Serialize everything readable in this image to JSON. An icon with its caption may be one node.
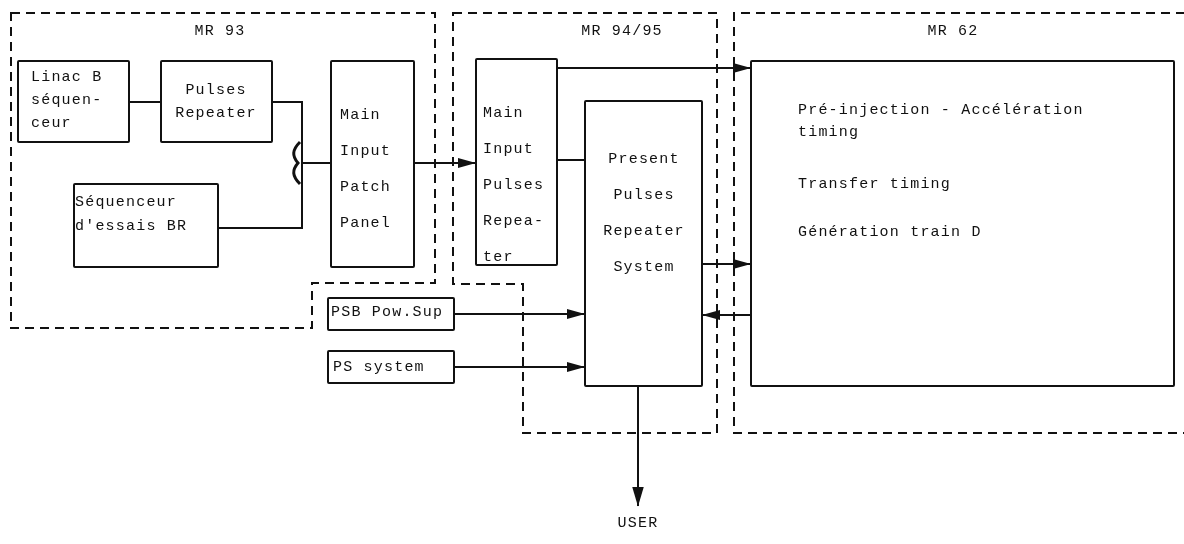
{
  "diagram": {
    "nodes": [
      {
        "text": [
          "MR 93"
        ]
      },
      {
        "text": [
          "Linac B séquen- ceur"
        ],
        "in": 0
      },
      {
        "text": [
          "Pulses Repeater"
        ],
        "in": 0
      },
      {
        "text": [
          "Séquenceur d'essais BR"
        ],
        "in": 0
      },
      {
        "text": [
          "Main Input Patch Panel"
        ],
        "in": 0
      },
      {
        "text": [
          "MR 94/95"
        ]
      },
      {
        "text": [
          "Main Input Pulses Repea- ter"
        ],
        "in": 5
      },
      {
        "text": [
          "Present Pulses Repeater System"
        ],
        "in": 5
      },
      {
        "text": [
          "MR 62"
        ]
      },
      {
        "text": [
          "Pré-injection - Accélération timing",
          "Transfer timing",
          "Génération train D"
        ],
        "in": 8
      },
      {
        "text": [
          "PSB Pow.Sup"
        ]
      },
      {
        "text": [
          "PS system"
        ]
      },
      {
        "text": [
          "USER"
        ]
      }
    ],
    "edges": [
      {
        "from": 1,
        "to": 2,
        "arrow": "none"
      },
      {
        "from": 2,
        "to": 4,
        "arrow": "none"
      },
      {
        "from": 3,
        "to": 4,
        "arrow": "none"
      },
      {
        "from": 4,
        "to": 6,
        "arrow": "to"
      },
      {
        "from": 6,
        "to": 9,
        "arrow": "to"
      },
      {
        "from": 6,
        "to": 7,
        "arrow": "none"
      },
      {
        "from": 7,
        "to": 9,
        "arrow": "to"
      },
      {
        "from": 9,
        "to": 7,
        "arrow": "to"
      },
      {
        "from": 10,
        "to": 7,
        "arrow": "to"
      },
      {
        "from": 11,
        "to": 7,
        "arrow": "to"
      },
      {
        "from": 7,
        "to": 12,
        "arrow": "to"
      }
    ]
  }
}
